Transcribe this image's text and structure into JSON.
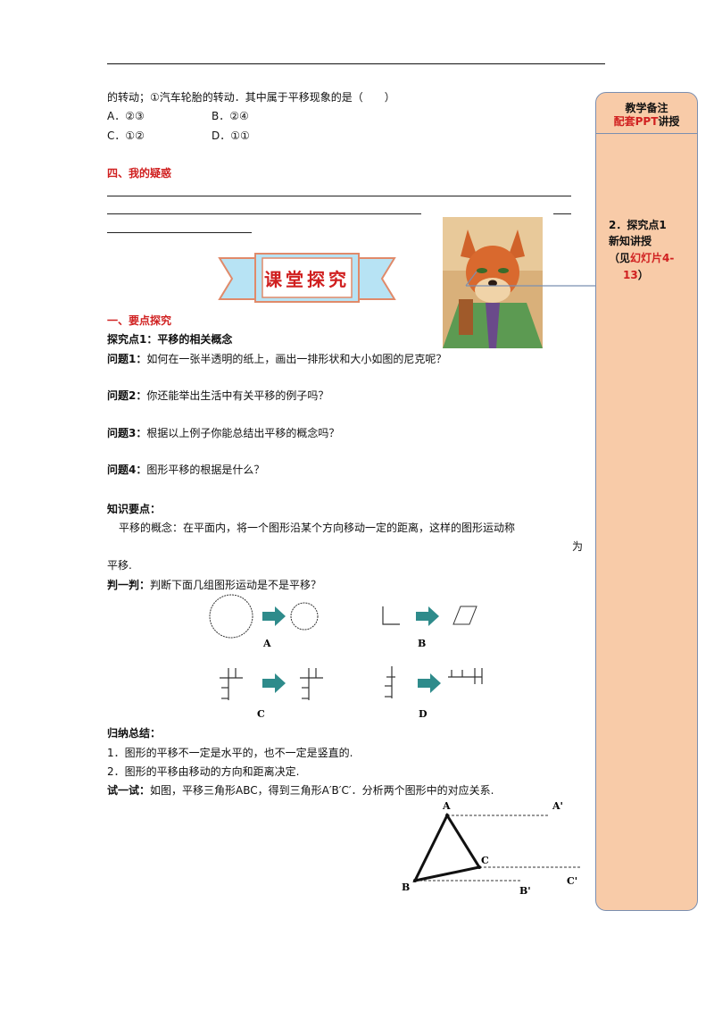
{
  "top_question": {
    "stem_tail": "的转动；①汽车轮胎的转动．其中属于平移现象的是（　　）",
    "options": [
      {
        "label": "A．②③"
      },
      {
        "label": "B．②④"
      },
      {
        "label": "C．①②"
      },
      {
        "label": "D．①①"
      }
    ]
  },
  "doubts": {
    "heading": "四、我的疑惑"
  },
  "banner": {
    "text": "课堂探究"
  },
  "section1": {
    "heading": "一、要点探究",
    "subheading": "探究点1：平移的相关概念",
    "questions": [
      {
        "label": "问题1：",
        "text": "如何在一张半透明的纸上，画出一排形状和大小如图的尼克呢？"
      },
      {
        "label": "问题2：",
        "text": "你还能举出生活中有关平移的例子吗？"
      },
      {
        "label": "问题3：",
        "text": "根据以上例子你能总结出平移的概念吗？"
      },
      {
        "label": "问题4：",
        "text": "图形平移的根据是什么？"
      }
    ]
  },
  "knowledge": {
    "heading": "知识要点：",
    "line1": "平移的概念：在平面内，将一个图形沿某个方向移动一定的距离，这样的图形运动称",
    "line1_end": "为",
    "line2": "平移."
  },
  "judge": {
    "label": "判一判：",
    "text": "判断下面几组图形运动是不是平移？",
    "figure_labels": [
      "A",
      "B",
      "C",
      "D"
    ]
  },
  "summary": {
    "heading": "归纳总结：",
    "items": [
      "1．图形的平移不一定是水平的，也不一定是竖直的.",
      "2．图形的平移由移动的方向和距离决定."
    ]
  },
  "try": {
    "label": "试一试：",
    "text": "如图，平移三角形ABC，得到三角形A′B′C′．分析两个图形中的对应关系.",
    "points": {
      "A": "A",
      "B": "B",
      "C": "C",
      "A_prime": "A'",
      "B_prime": "B'",
      "C_prime": "C'"
    }
  },
  "sidebar": {
    "title": "教学备注",
    "subtitle_pre": "配套",
    "subtitle_red": "PPT",
    "subtitle_post": "讲授",
    "note_line1": "2．探究点1",
    "note_line2": "新知讲授",
    "note_line3_pre": "（见",
    "note_line3_red": "幻灯片4-",
    "note_line4_red": "13",
    "note_line4_post": "）"
  },
  "colors": {
    "sidebar_bg": "#f8cba8",
    "banner_fill": "#b7e3f4",
    "banner_text": "#d02020",
    "arrow": "#2e8b8b",
    "accent_red": "#d02020"
  }
}
